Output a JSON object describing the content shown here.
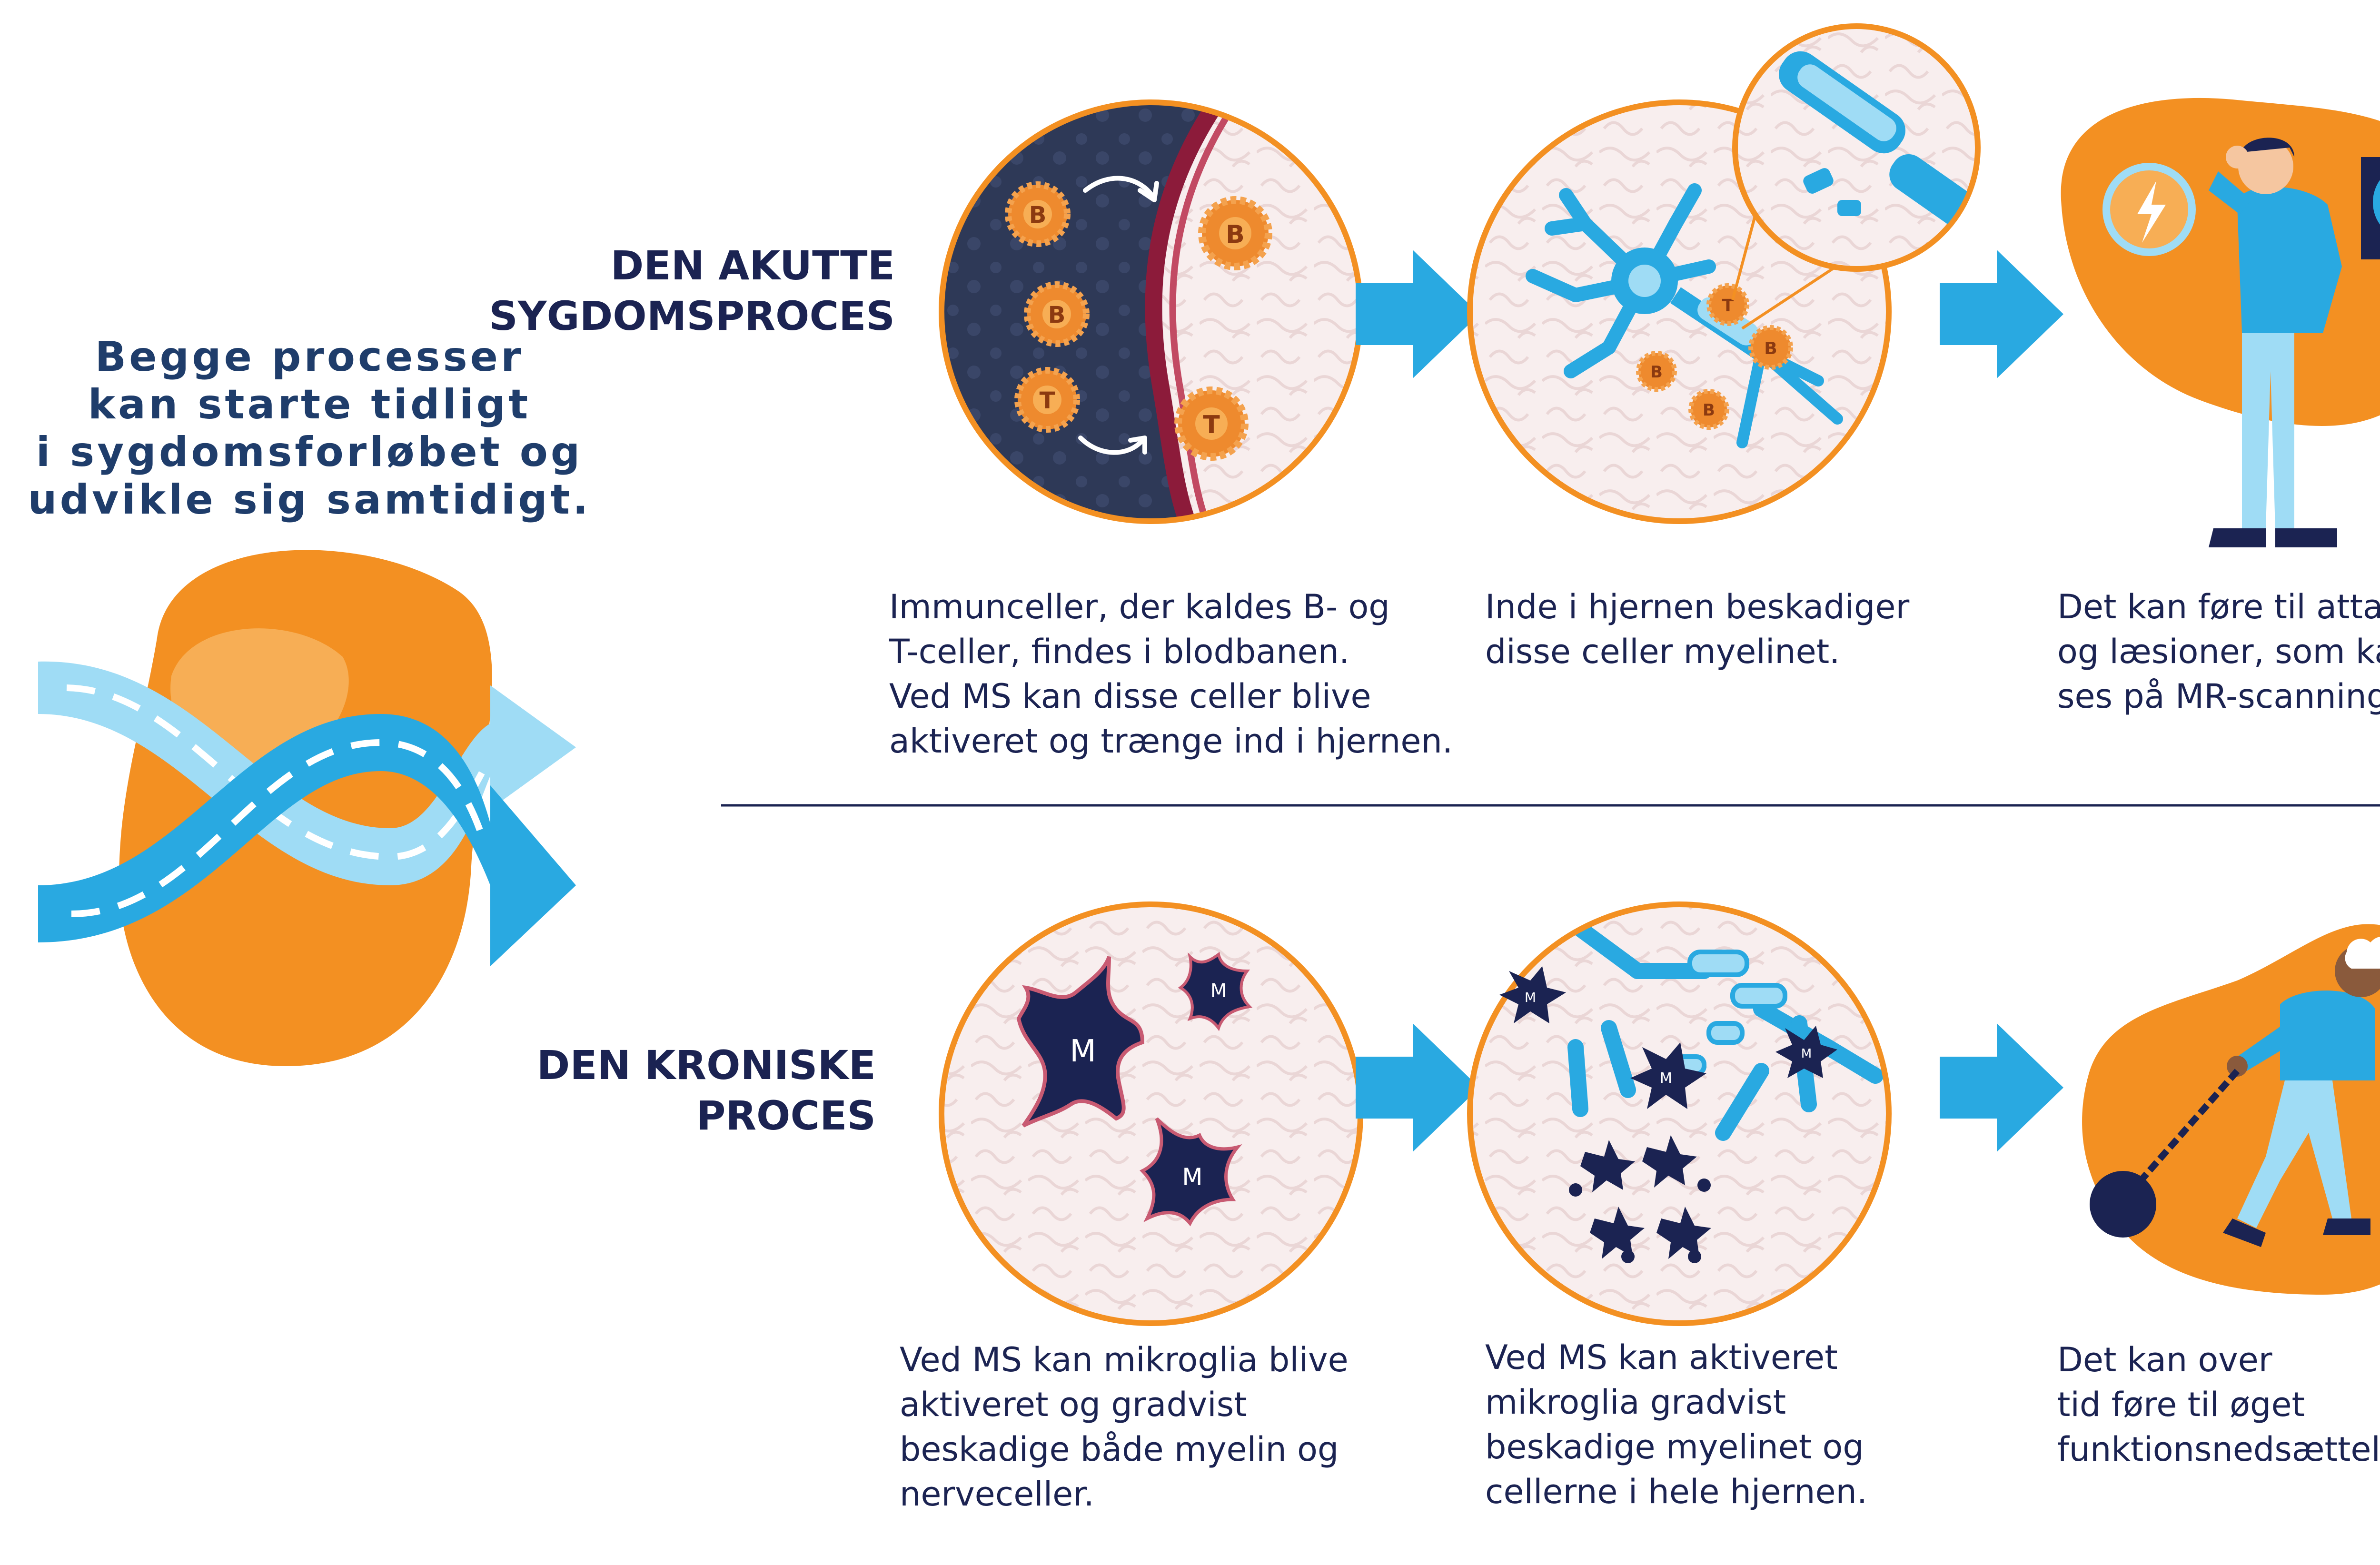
{
  "intro": {
    "lines": [
      "Begge processer",
      "kan starte tidligt",
      "i sygdomsforløbet og",
      "udvikle sig samtidigt."
    ]
  },
  "acute": {
    "title_lines": [
      "DEN AKUTTE",
      "SYGDOMSPROCES"
    ],
    "captions": [
      [
        "Immunceller, der kaldes B- og",
        "T-celler, findes i blodbanen.",
        "Ved MS kan disse celler blive",
        "aktiveret og trænge ind i hjernen."
      ],
      [
        "Inde i hjernen beskadiger",
        "disse celler myelinet."
      ],
      [
        "Det kan føre til attakker",
        "og læsioner, som kan",
        "ses på MR-scanninger."
      ]
    ],
    "cell_labels": {
      "b": "B",
      "t": "T"
    }
  },
  "chronic": {
    "title_lines": [
      "DEN KRONISKE",
      "PROCES"
    ],
    "captions": [
      [
        "Ved MS kan mikroglia blive",
        "aktiveret og gradvist",
        "beskadige både myelin og",
        "nerveceller."
      ],
      [
        "Ved MS kan aktiveret",
        "mikroglia gradvist",
        "beskadige myelinet og",
        "cellerne i hele hjernen."
      ],
      [
        "Det kan over",
        "tid føre til øget",
        "funktionsnedsættelse."
      ]
    ],
    "cell_label": "M"
  },
  "colors": {
    "navy": "#1b2352",
    "orange": "#f39022",
    "orange_light": "#f7ae55",
    "blue": "#29a9e1",
    "blue_light": "#9fdcf5",
    "brain_pink": "#f8eeee",
    "blood_dark": "#2e3957",
    "vessel_red": "#8c1b3a",
    "cell_orange": "#ee8a2e"
  },
  "icons": [
    "road-arrows-icon",
    "arrow-right-icon",
    "lightning-icon",
    "mri-scan-icon",
    "ball-and-chain-icon"
  ]
}
